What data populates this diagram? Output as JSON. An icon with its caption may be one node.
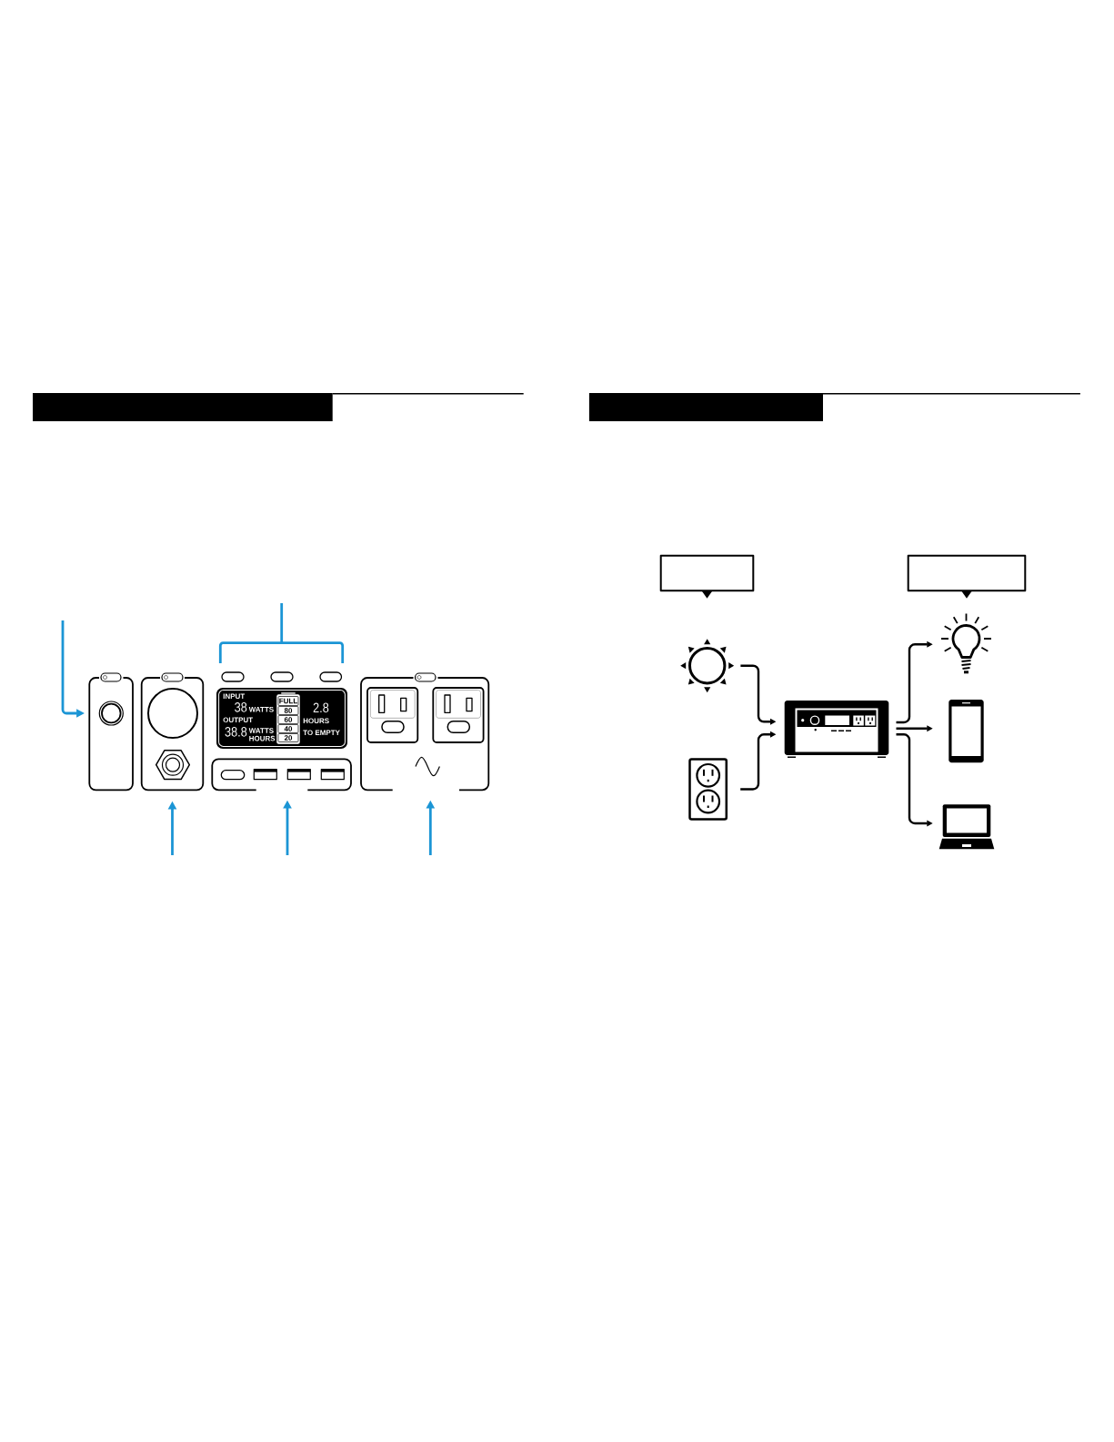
{
  "diagram": {
    "nodes": [
      {
        "text": [],
        "shape": "box"
      },
      {
        "text": [],
        "shape": "box"
      },
      {
        "text": [
          "INPUT",
          "38",
          "WATTS",
          "OUTPUT",
          "38.8",
          "WATTS HOURS",
          "2.8",
          "HOURS",
          "TO EMPTY"
        ]
      },
      {
        "text": [
          "FULL",
          "80",
          "60",
          "40",
          "20"
        ],
        "in": 2
      },
      {
        "text": [],
        "shape": "box"
      },
      {
        "text": [],
        "shape": "box"
      },
      {
        "text": [],
        "shape": "box"
      },
      {
        "text": [],
        "shape": "box"
      },
      {
        "text": [],
        "shape": "picture"
      },
      {
        "text": [],
        "shape": "picture"
      },
      {
        "text": [],
        "shape": "picture"
      },
      {
        "text": [],
        "shape": "picture"
      },
      {
        "text": [],
        "shape": "picture"
      },
      {
        "text": [],
        "shape": "picture"
      }
    ],
    "edges": [
      {
        "from": null,
        "to": 0,
        "arrow": "to",
        "color": "#1b95d5"
      },
      {
        "from": null,
        "to": 1,
        "arrow": "to",
        "color": "#1b95d5"
      },
      {
        "from": null,
        "to": 4,
        "arrow": "to",
        "color": "#1b95d5"
      },
      {
        "from": null,
        "to": 5,
        "arrow": "to",
        "color": "#1b95d5"
      },
      {
        "from": 8,
        "to": 10,
        "arrow": "to"
      },
      {
        "from": 12,
        "to": 10,
        "arrow": "to"
      },
      {
        "from": 10,
        "to": 9,
        "arrow": "to"
      },
      {
        "from": 10,
        "to": 11,
        "arrow": "to"
      },
      {
        "from": 10,
        "to": 13,
        "arrow": "to"
      }
    ]
  }
}
